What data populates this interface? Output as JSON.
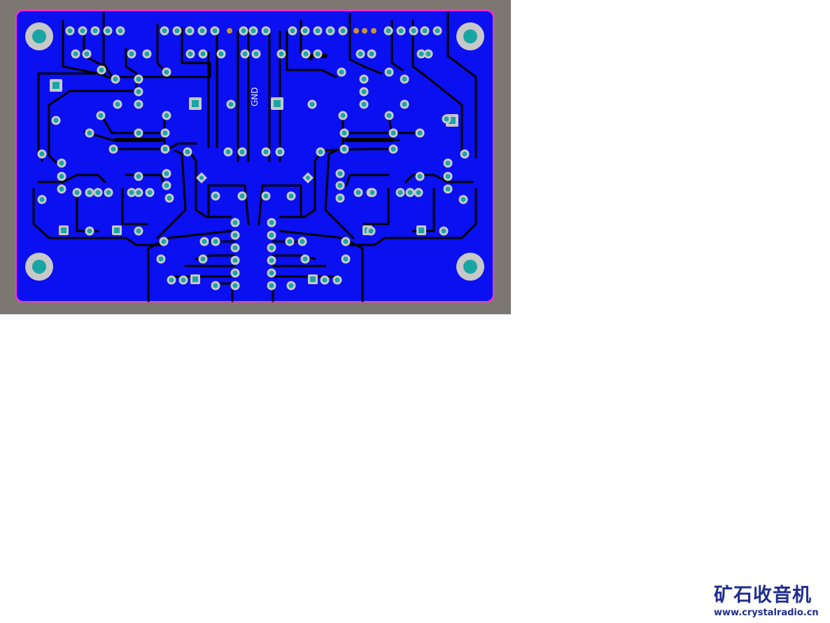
{
  "board": {
    "silkscreen_label": "GND",
    "copper_color": "#0a10f0",
    "frame_color": "#7d7771",
    "pad_color": "#1aa5a5",
    "pad_ring_color": "#c8c8c8",
    "trace_color": "#000000",
    "outline_color": "#ff2fd0"
  },
  "watermark": {
    "logo_text": "矿石收音机",
    "url": "www.crystalradio.cn",
    "color": "#1f2d8f"
  }
}
